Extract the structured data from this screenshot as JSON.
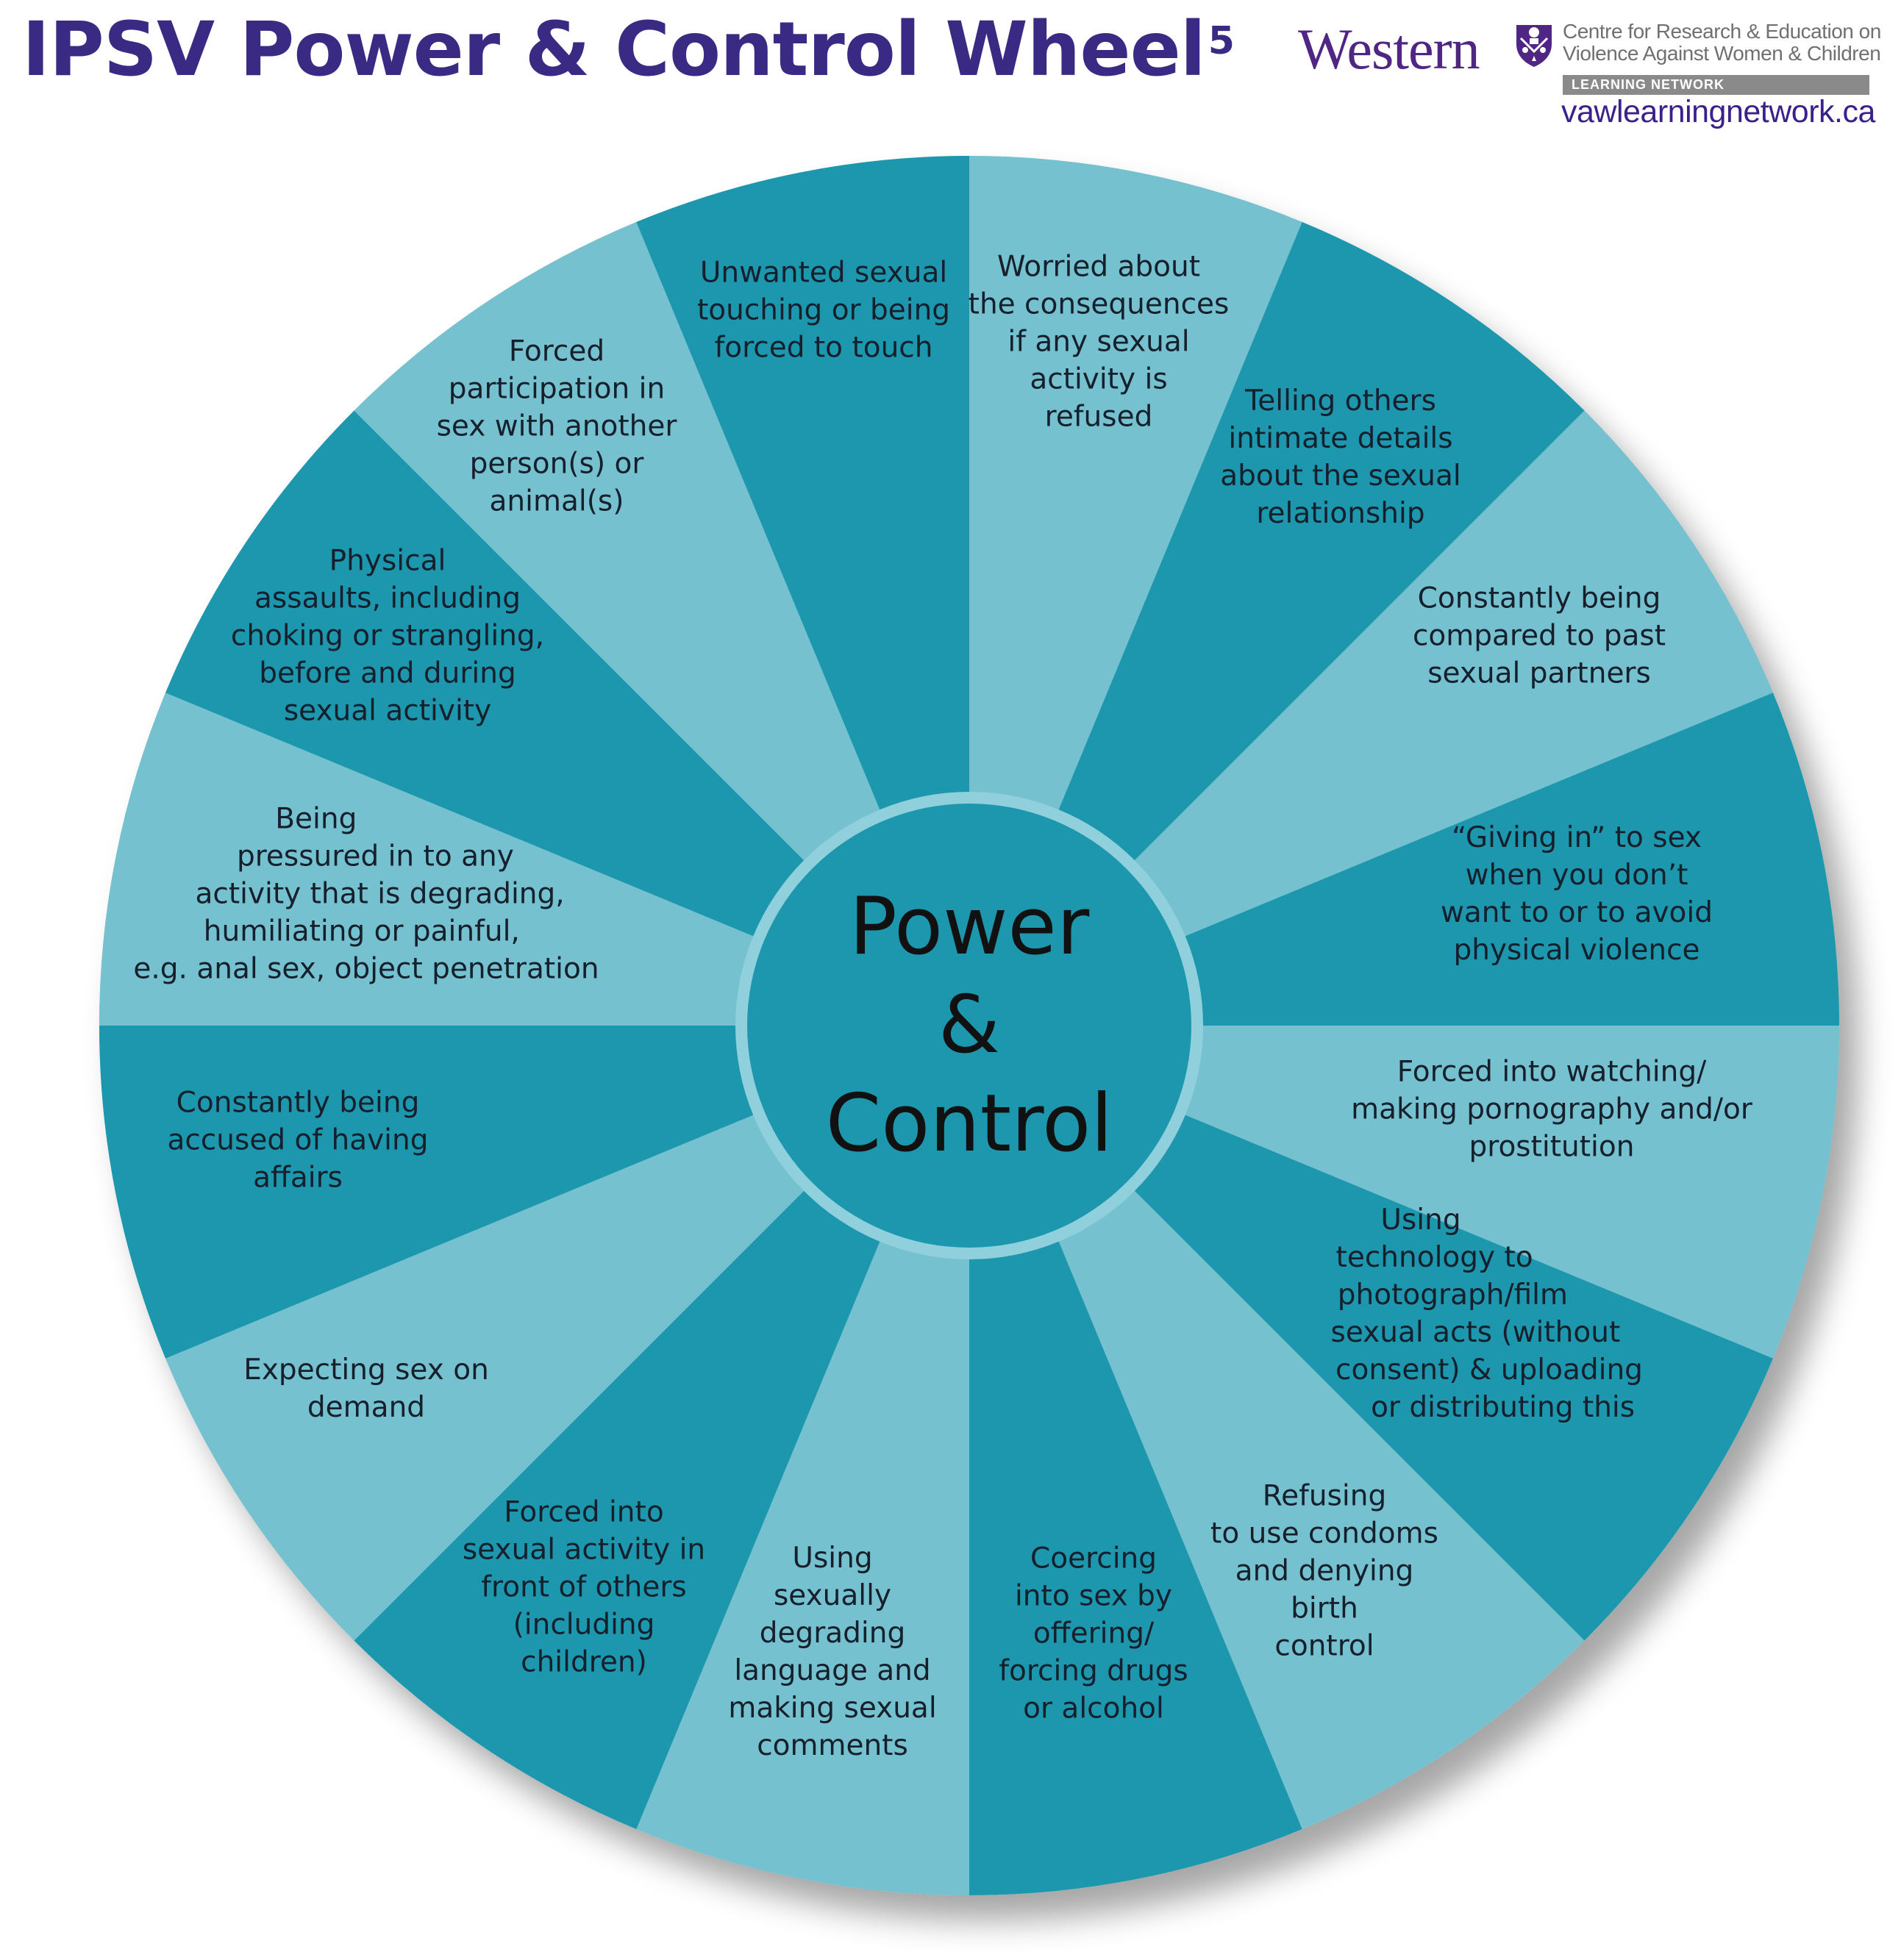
{
  "header": {
    "title": "IPSV Power & Control Wheel",
    "title_superscript": "5",
    "title_color": "#3b2a84"
  },
  "branding": {
    "university": "Western",
    "crest_icon": "university-crest-icon",
    "centre_line1": "Centre for Research & Education on",
    "centre_line2": "Violence Against Women & Children",
    "network_label": "LEARNING NETWORK",
    "website": "vawlearningnetwork.ca",
    "brand_color": "#4f2683"
  },
  "wheel": {
    "center_label_line1": "Power",
    "center_label_line2": "&",
    "center_label_line3": "Control",
    "colors": {
      "dark": "#1e97ad",
      "light": "#76c1cf",
      "ring": "#8fd0dc",
      "text": "#16202c"
    },
    "segments": [
      {
        "tone": "light",
        "text": "Worried about\nthe consequences\nif any sexual\nactivity is\nrefused"
      },
      {
        "tone": "dark",
        "text": "Telling others\nintimate details\nabout the sexual\nrelationship"
      },
      {
        "tone": "light",
        "text": "Constantly being\ncompared to past\nsexual partners"
      },
      {
        "tone": "dark",
        "text": "“Giving in” to sex\nwhen you don’t\nwant to or to avoid\nphysical violence"
      },
      {
        "tone": "light",
        "text": "Forced into watching/\nmaking pornography and/or\nprostitution"
      },
      {
        "tone": "dark",
        "text": "Using          \ntechnology to       \nphotograph/film   \n  sexual acts (without\n     consent) & uploading\n        or distributing this"
      },
      {
        "tone": "light",
        "text": "Refusing\nto use condoms\nand denying\nbirth\ncontrol"
      },
      {
        "tone": "dark",
        "text": "Coercing\ninto sex by\noffering/\nforcing drugs\nor alcohol"
      },
      {
        "tone": "light",
        "text": "Using\nsexually\ndegrading\nlanguage and\nmaking sexual\ncomments"
      },
      {
        "tone": "dark",
        "text": "Forced into\nsexual activity in\nfront of others\n(including\nchildren)"
      },
      {
        "tone": "light",
        "text": "Expecting sex on\ndemand"
      },
      {
        "tone": "dark",
        "text": "Constantly being\naccused of having\naffairs"
      },
      {
        "tone": "light",
        "text": "Being           \n    pressured in to any  \n   activity that is degrading,\n  humiliating or painful,   \ne.g. anal sex, object penetration"
      },
      {
        "tone": "dark",
        "text": "Physical\nassaults, including\nchoking or strangling,\nbefore and during\nsexual activity"
      },
      {
        "tone": "light",
        "text": "Forced\nparticipation in\nsex with another\nperson(s) or\nanimal(s)"
      },
      {
        "tone": "dark",
        "text": "Unwanted sexual\ntouching or being\nforced to touch"
      }
    ]
  }
}
